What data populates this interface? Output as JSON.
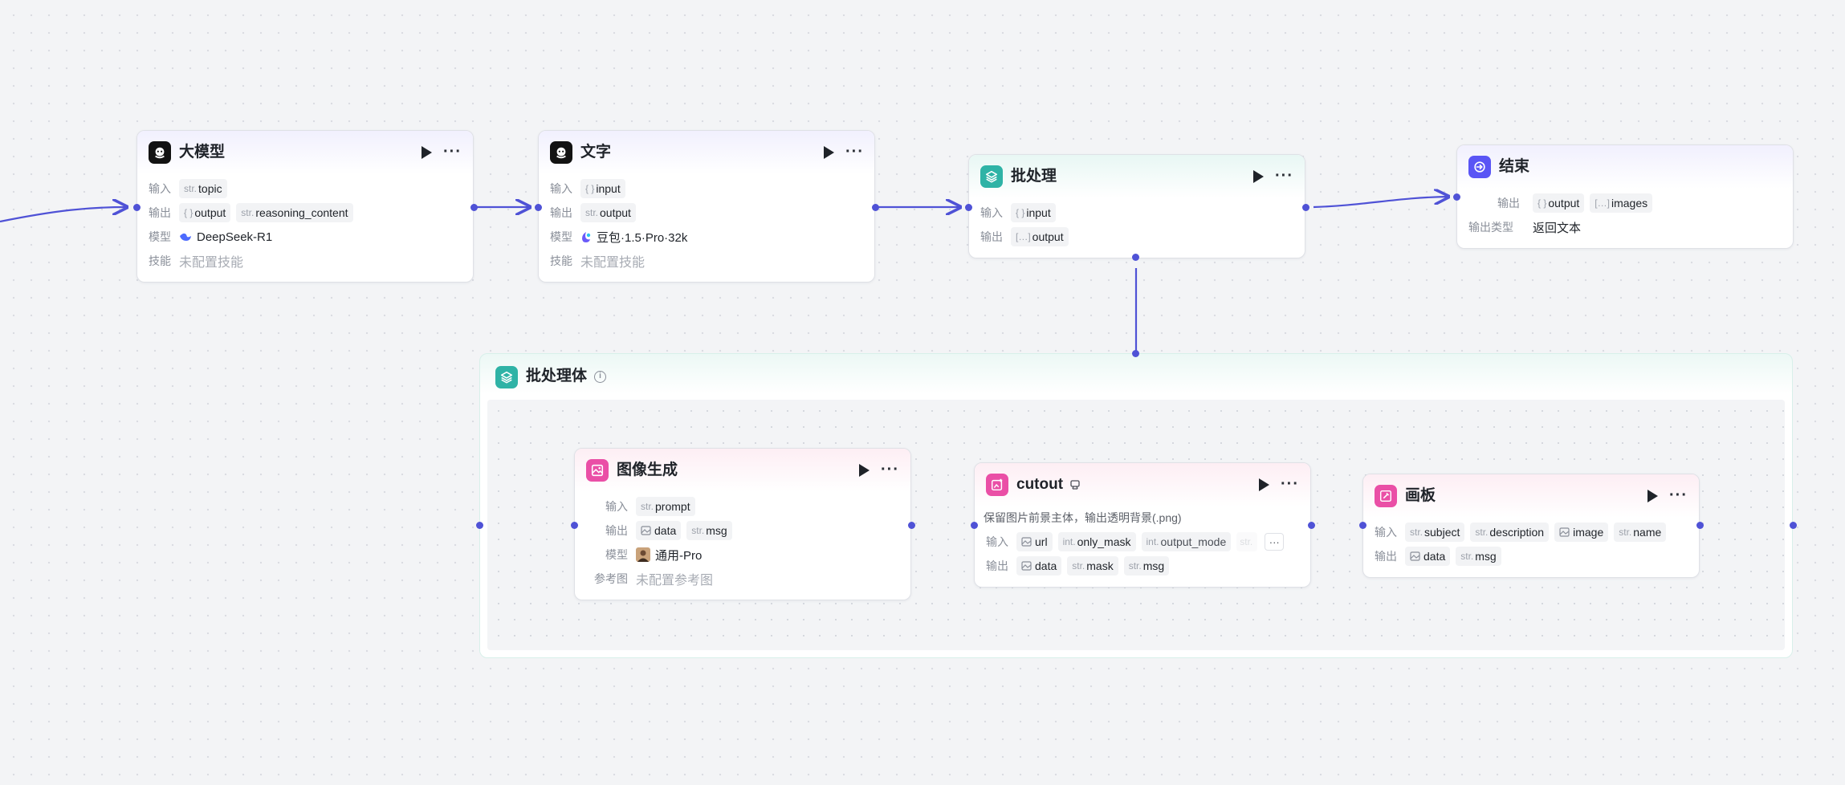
{
  "labels": {
    "input": "输入",
    "output": "输出",
    "model": "模型",
    "skill": "技能",
    "output_type": "输出类型",
    "ref_image": "参考图"
  },
  "type_prefixes": {
    "str": "str.",
    "obj": "{ }",
    "arr": "[…]",
    "int": "int."
  },
  "icons": {
    "run": "play-icon",
    "more": "more-icon",
    "info": "info-icon",
    "image": "image-icon",
    "array": "array-icon",
    "object": "object-icon"
  },
  "colors": {
    "accent": "#4f52d6",
    "llm_icon": "#121212",
    "batch_icon": "#2fb3a6",
    "end_icon": "#5a55f5",
    "plugin_icon": "#ea4fa6"
  },
  "nodes": {
    "llm": {
      "title": "大模型",
      "inputs": [
        "topic"
      ],
      "outputs": [
        "output",
        "reasoning_content"
      ],
      "model": "DeepSeek-R1",
      "skill": "未配置技能"
    },
    "text": {
      "title": "文字",
      "inputs": [
        "input"
      ],
      "outputs": [
        "output"
      ],
      "model": "豆包·1.5·Pro·32k",
      "skill": "未配置技能"
    },
    "batch": {
      "title": "批处理",
      "inputs": [
        "input"
      ],
      "outputs": [
        "output"
      ]
    },
    "end": {
      "title": "结束",
      "outputs": [
        "output",
        "images"
      ],
      "output_type": "返回文本"
    },
    "batch_body": {
      "title": "批处理体"
    },
    "imggen": {
      "title": "图像生成",
      "inputs": [
        "prompt"
      ],
      "outputs": [
        "data",
        "msg"
      ],
      "model": "通用-Pro",
      "ref_image": "未配置参考图"
    },
    "cutout": {
      "title": "cutout",
      "description": "保留图片前景主体，输出透明背景(.png)",
      "inputs": [
        "url",
        "only_mask",
        "output_mode"
      ],
      "more_label": "···",
      "outputs": [
        "data",
        "mask",
        "msg"
      ]
    },
    "canvas": {
      "title": "画板",
      "inputs": [
        "subject",
        "description",
        "image",
        "name"
      ],
      "outputs": [
        "data",
        "msg"
      ]
    }
  }
}
